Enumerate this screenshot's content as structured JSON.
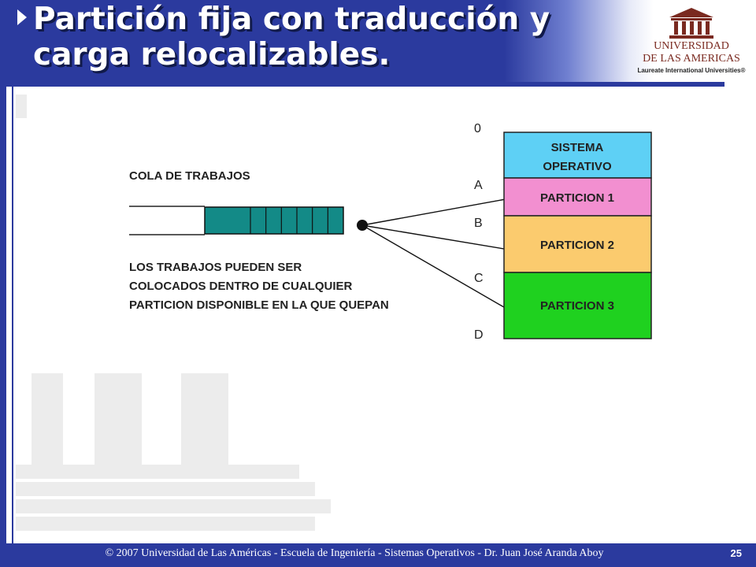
{
  "slide": {
    "title_line1": "Partición fija con traducción y",
    "title_line2": "carga relocalizables.",
    "page_number": "25",
    "footer": "© 2007 Universidad de Las Américas  -  Escuela de Ingeniería  -  Sistemas Operativos  -  Dr. Juan José Aranda Aboy"
  },
  "logo": {
    "line1": "UNIVERSIDAD",
    "line2": "DE LAS AMERICAS",
    "line3": "Laureate International Universities",
    "registered": "®",
    "color": "#7a2a20"
  },
  "diagram": {
    "queue_label": "COLA DE TRABAJOS",
    "queue_slots": 7,
    "queue_fill": "#138a87",
    "description": [
      "LOS TRABAJOS PUEDEN SER",
      "COLOCADOS DENTRO DE CUALQUIER",
      "PARTICION DISPONIBLE EN LA QUE QUEPAN"
    ],
    "addresses": [
      "0",
      "A",
      "B",
      "C",
      "D"
    ],
    "memory": [
      {
        "label_lines": [
          "SISTEMA",
          "OPERATIVO"
        ],
        "color": "#5ed0f5"
      },
      {
        "label_lines": [
          "PARTICION 1"
        ],
        "color": "#f28fd0"
      },
      {
        "label_lines": [
          "PARTICION 2"
        ],
        "color": "#fbcb6e"
      },
      {
        "label_lines": [
          "PARTICION 3"
        ],
        "color": "#1fd11f"
      }
    ]
  },
  "theme": {
    "primary": "#2b3a9e"
  }
}
